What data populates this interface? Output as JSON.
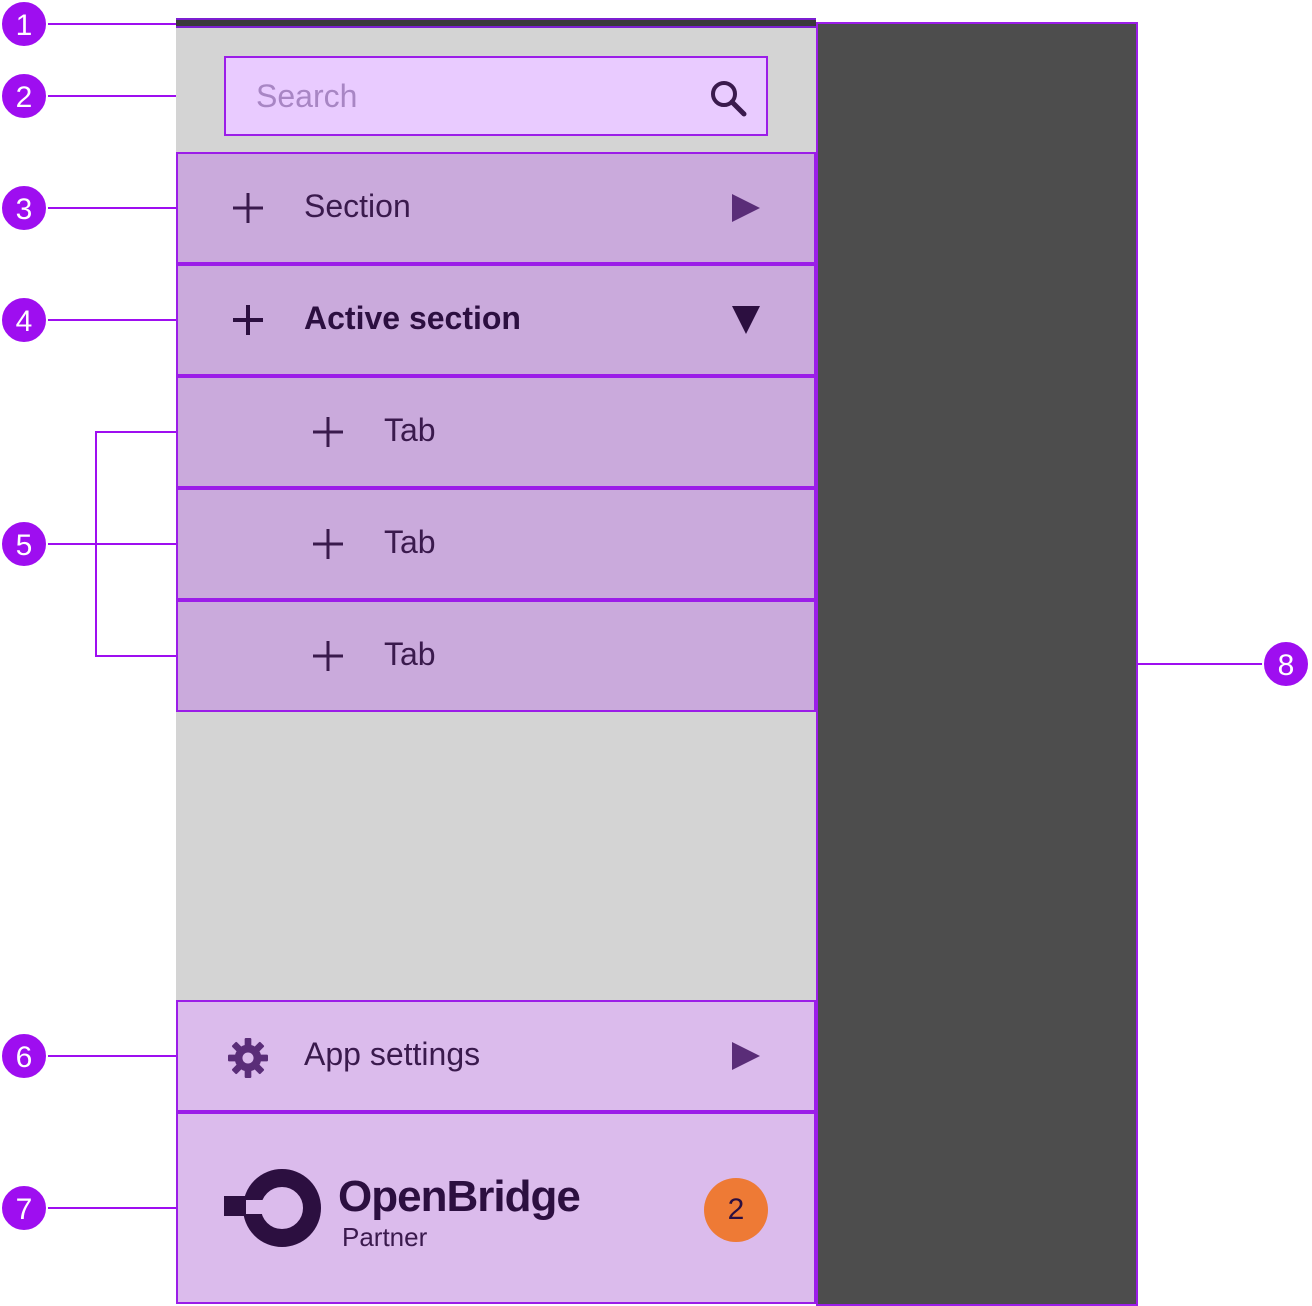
{
  "search": {
    "placeholder": "Search",
    "icon": "search-icon"
  },
  "navigation": {
    "section": {
      "label": "Section",
      "icon": "plus-icon",
      "trailing_icon": "triangle-right-icon"
    },
    "active_section": {
      "label": "Active section",
      "icon": "plus-icon",
      "trailing_icon": "triangle-down-icon"
    },
    "tabs": [
      {
        "label": "Tab",
        "icon": "plus-icon"
      },
      {
        "label": "Tab",
        "icon": "plus-icon"
      },
      {
        "label": "Tab",
        "icon": "plus-icon"
      }
    ]
  },
  "app_settings": {
    "label": "App settings",
    "icon": "gear-icon",
    "trailing_icon": "triangle-right-icon"
  },
  "brand": {
    "name": "OpenBridge",
    "subtitle": "Partner",
    "badge": "2"
  },
  "callouts": [
    "1",
    "2",
    "3",
    "4",
    "5",
    "6",
    "7",
    "8"
  ],
  "colors": {
    "callout": "#9e0ef0",
    "outline": "#9b1de8",
    "panel": "#d4d4d4",
    "row": "#caaadc",
    "row_light": "#dbbbec",
    "search_bg": "#e9cbff",
    "content": "#4d4d4d",
    "badge": "#ee7a35",
    "text_dark": "#2c0f40"
  }
}
